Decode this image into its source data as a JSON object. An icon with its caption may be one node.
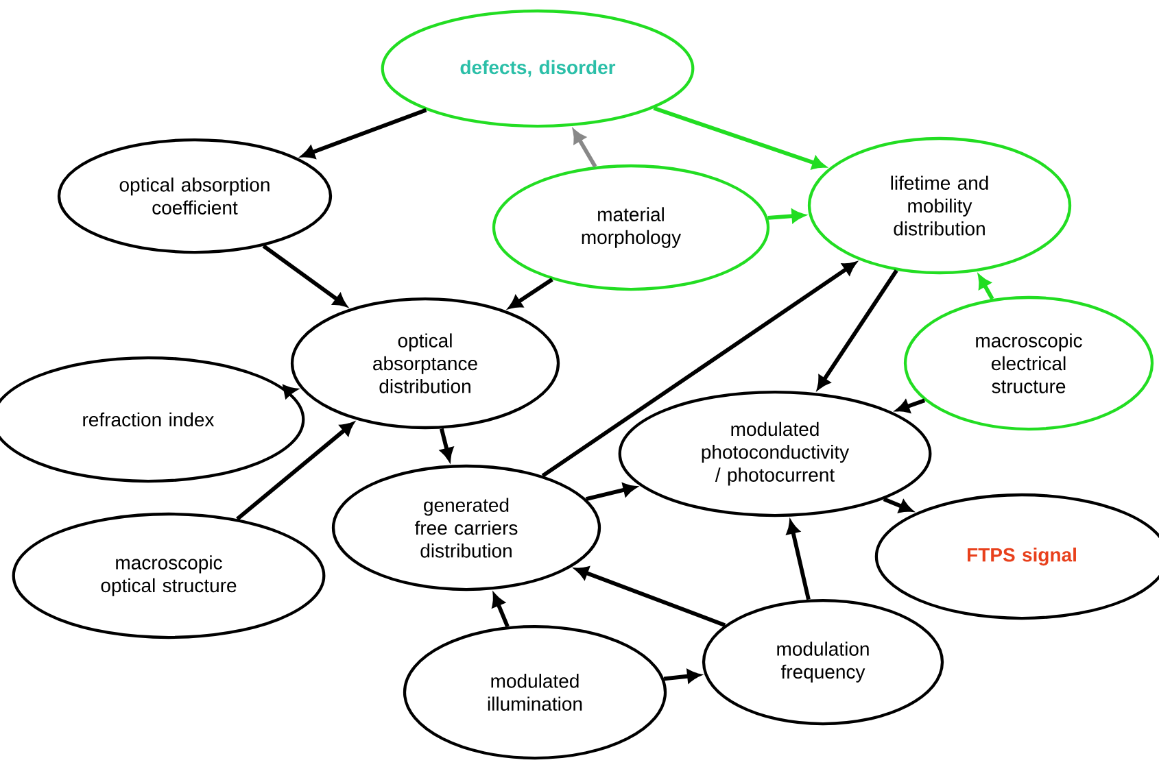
{
  "diagram": {
    "nodes": [
      {
        "text": [
          "defects, disorder"
        ]
      },
      {
        "text": [
          "optical absorption coefficient"
        ]
      },
      {
        "text": [
          "material morphology"
        ]
      },
      {
        "text": [
          "lifetime and mobility distribution"
        ]
      },
      {
        "text": [
          "optical absorptance distribution"
        ]
      },
      {
        "text": [
          "refraction index"
        ]
      },
      {
        "text": [
          "macroscopic electrical structure"
        ]
      },
      {
        "text": [
          "modulated photoconductivity / photocurrent"
        ]
      },
      {
        "text": [
          "macroscopic optical structure"
        ]
      },
      {
        "text": [
          "generated free carriers distribution"
        ]
      },
      {
        "text": [
          "FTPS signal"
        ]
      },
      {
        "text": [
          "modulation frequency"
        ]
      },
      {
        "text": [
          "modulated illumination"
        ]
      }
    ],
    "edges": [
      {
        "from": 0,
        "to": 1,
        "arrow": "to"
      },
      {
        "from": 0,
        "to": 3,
        "arrow": "to",
        "color": "#22dd22"
      },
      {
        "from": 2,
        "to": 0,
        "arrow": "to",
        "color": "#888888"
      },
      {
        "from": 2,
        "to": 3,
        "arrow": "to",
        "color": "#22dd22"
      },
      {
        "from": 2,
        "to": 4,
        "arrow": "to"
      },
      {
        "from": 1,
        "to": 4,
        "arrow": "to"
      },
      {
        "from": 5,
        "to": 4,
        "arrow": "to"
      },
      {
        "from": 8,
        "to": 4,
        "arrow": "to"
      },
      {
        "from": 4,
        "to": 9,
        "arrow": "to"
      },
      {
        "from": 9,
        "to": 3,
        "arrow": "to"
      },
      {
        "from": 3,
        "to": 7,
        "arrow": "to"
      },
      {
        "from": 6,
        "to": 3,
        "arrow": "to",
        "color": "#22dd22"
      },
      {
        "from": 6,
        "to": 7,
        "arrow": "to"
      },
      {
        "from": 9,
        "to": 7,
        "arrow": "to"
      },
      {
        "from": 7,
        "to": 10,
        "arrow": "to"
      },
      {
        "from": 11,
        "to": 9,
        "arrow": "to"
      },
      {
        "from": 11,
        "to": 7,
        "arrow": "to"
      },
      {
        "from": 12,
        "to": 9,
        "arrow": "to"
      },
      {
        "from": 12,
        "to": 11,
        "arrow": "to"
      }
    ]
  }
}
